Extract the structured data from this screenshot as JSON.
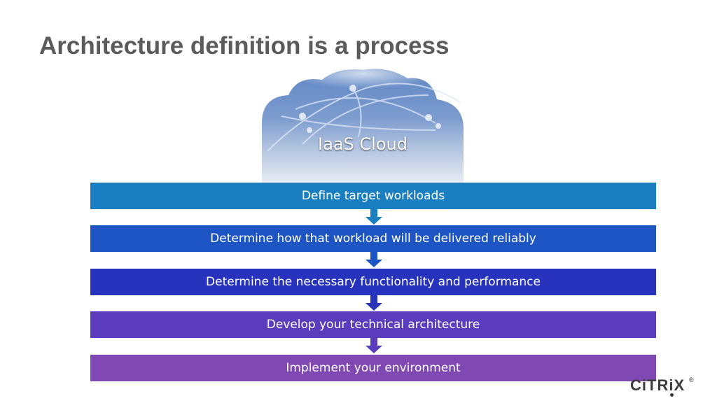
{
  "slide": {
    "title": "Architecture definition is a process"
  },
  "cloud": {
    "label": "IaaS Cloud"
  },
  "steps": [
    {
      "label": "Define target workloads",
      "color": "#1a7fc1"
    },
    {
      "label": "Determine how that workload will be delivered reliably",
      "color": "#1d55c4"
    },
    {
      "label": "Determine the necessary functionality and performance",
      "color": "#2833bd"
    },
    {
      "label": "Develop your technical architecture",
      "color": "#5a3cbc"
    },
    {
      "label": "Implement your environment",
      "color": "#7f48b3"
    }
  ],
  "logo": {
    "text": "CiTRiX",
    "mark": "®"
  }
}
